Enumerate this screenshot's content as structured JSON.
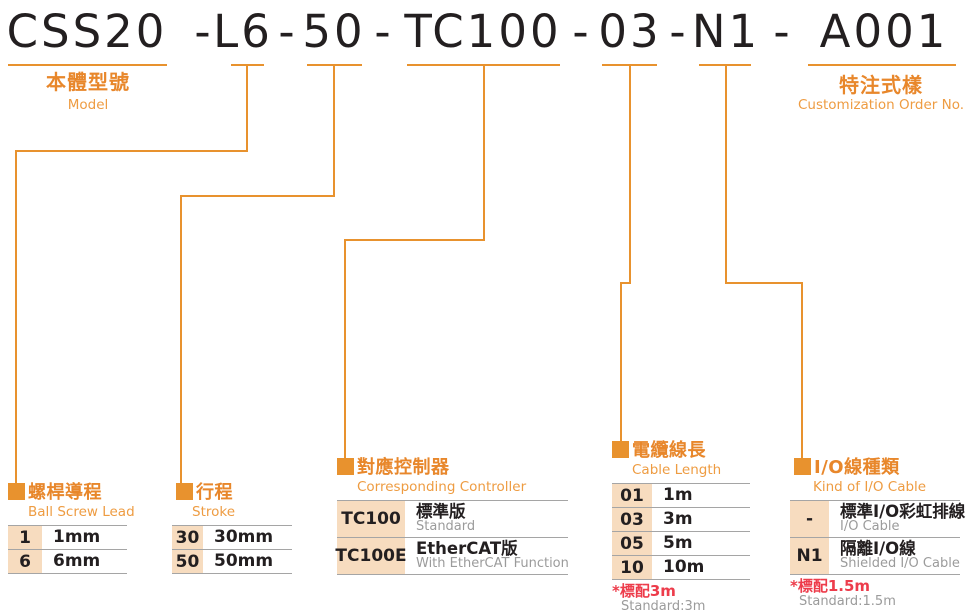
{
  "model": {
    "segments": [
      "CSS20",
      "L6",
      "50",
      "TC100",
      "03",
      "N1",
      "A001"
    ],
    "separator": "-"
  },
  "headers": {
    "model_zh": "本體型號",
    "model_en": "Model",
    "custom_zh": "特注式樣",
    "custom_en": "Customization Order No."
  },
  "tables": {
    "lead": {
      "title_zh": "螺桿導程",
      "title_en": "Ball Screw Lead",
      "rows": [
        {
          "code": "1",
          "value": "1mm"
        },
        {
          "code": "6",
          "value": "6mm"
        }
      ]
    },
    "stroke": {
      "title_zh": "行程",
      "title_en": "Stroke",
      "rows": [
        {
          "code": "30",
          "value": "30mm"
        },
        {
          "code": "50",
          "value": "50mm"
        }
      ]
    },
    "controller": {
      "title_zh": "對應控制器",
      "title_en": "Corresponding Controller",
      "rows": [
        {
          "code": "TC100",
          "value_zh": "標準版",
          "value_en": "Standard"
        },
        {
          "code": "TC100E",
          "value_zh": "EtherCAT版",
          "value_en": "With EtherCAT Function"
        }
      ]
    },
    "cable": {
      "title_zh": "電纜線長",
      "title_en": "Cable Length",
      "rows": [
        {
          "code": "01",
          "value": "1m"
        },
        {
          "code": "03",
          "value": "3m"
        },
        {
          "code": "05",
          "value": "5m"
        },
        {
          "code": "10",
          "value": "10m"
        }
      ],
      "note_zh": "*標配3m",
      "note_en": "Standard:3m"
    },
    "io": {
      "title_zh": "I/O線種類",
      "title_en": "Kind of I/O Cable",
      "rows": [
        {
          "code": "-",
          "value_zh": "標準I/O彩虹排線",
          "value_en": "I/O Cable"
        },
        {
          "code": "N1",
          "value_zh": "隔離I/O線",
          "value_en": "Shielded I/O Cable"
        }
      ],
      "note_zh": "*標配1.5m",
      "note_en": "Standard:1.5m"
    }
  },
  "icons": {
    "bullet": "orange-square"
  },
  "colors": {
    "accent_orange": "#E8922E",
    "title_orange": "#E8872B",
    "cell_peach": "#F7DCBF",
    "note_red": "#ED3C4B",
    "sub_gray": "#9B9B9B",
    "line_gray": "#A5A5A5",
    "text_black": "#231F20"
  }
}
